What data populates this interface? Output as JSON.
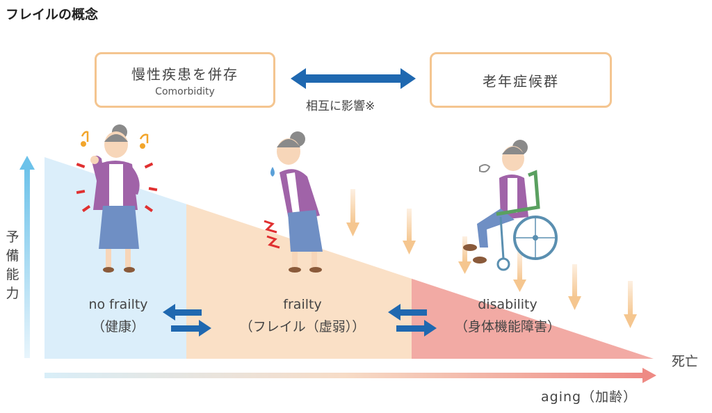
{
  "title": "フレイルの概念",
  "top": {
    "left_box": {
      "text": "慢性疾患を併存",
      "subtext": "Comorbidity"
    },
    "right_box": {
      "text": "老年症候群"
    },
    "mutual_label": "相互に影響※"
  },
  "y_axis_label": "予備能力",
  "stages": [
    {
      "name": "no frailty",
      "sub": "（健康）",
      "color": "#dbeefa"
    },
    {
      "name": "frailty",
      "sub": "（フレイル（虚弱））",
      "color": "#fae0c6"
    },
    {
      "name": "disability",
      "sub": "（身体機能障害）",
      "color": "#f2aaa4"
    }
  ],
  "endpoint_label": "死亡",
  "x_axis_label": "aging（加齢）",
  "icons": [
    "double-arrow-icon",
    "swap-arrows-icon",
    "down-arrow-icon",
    "music-note-icon",
    "sweat-drop-icon",
    "wheelchair-icon"
  ]
}
